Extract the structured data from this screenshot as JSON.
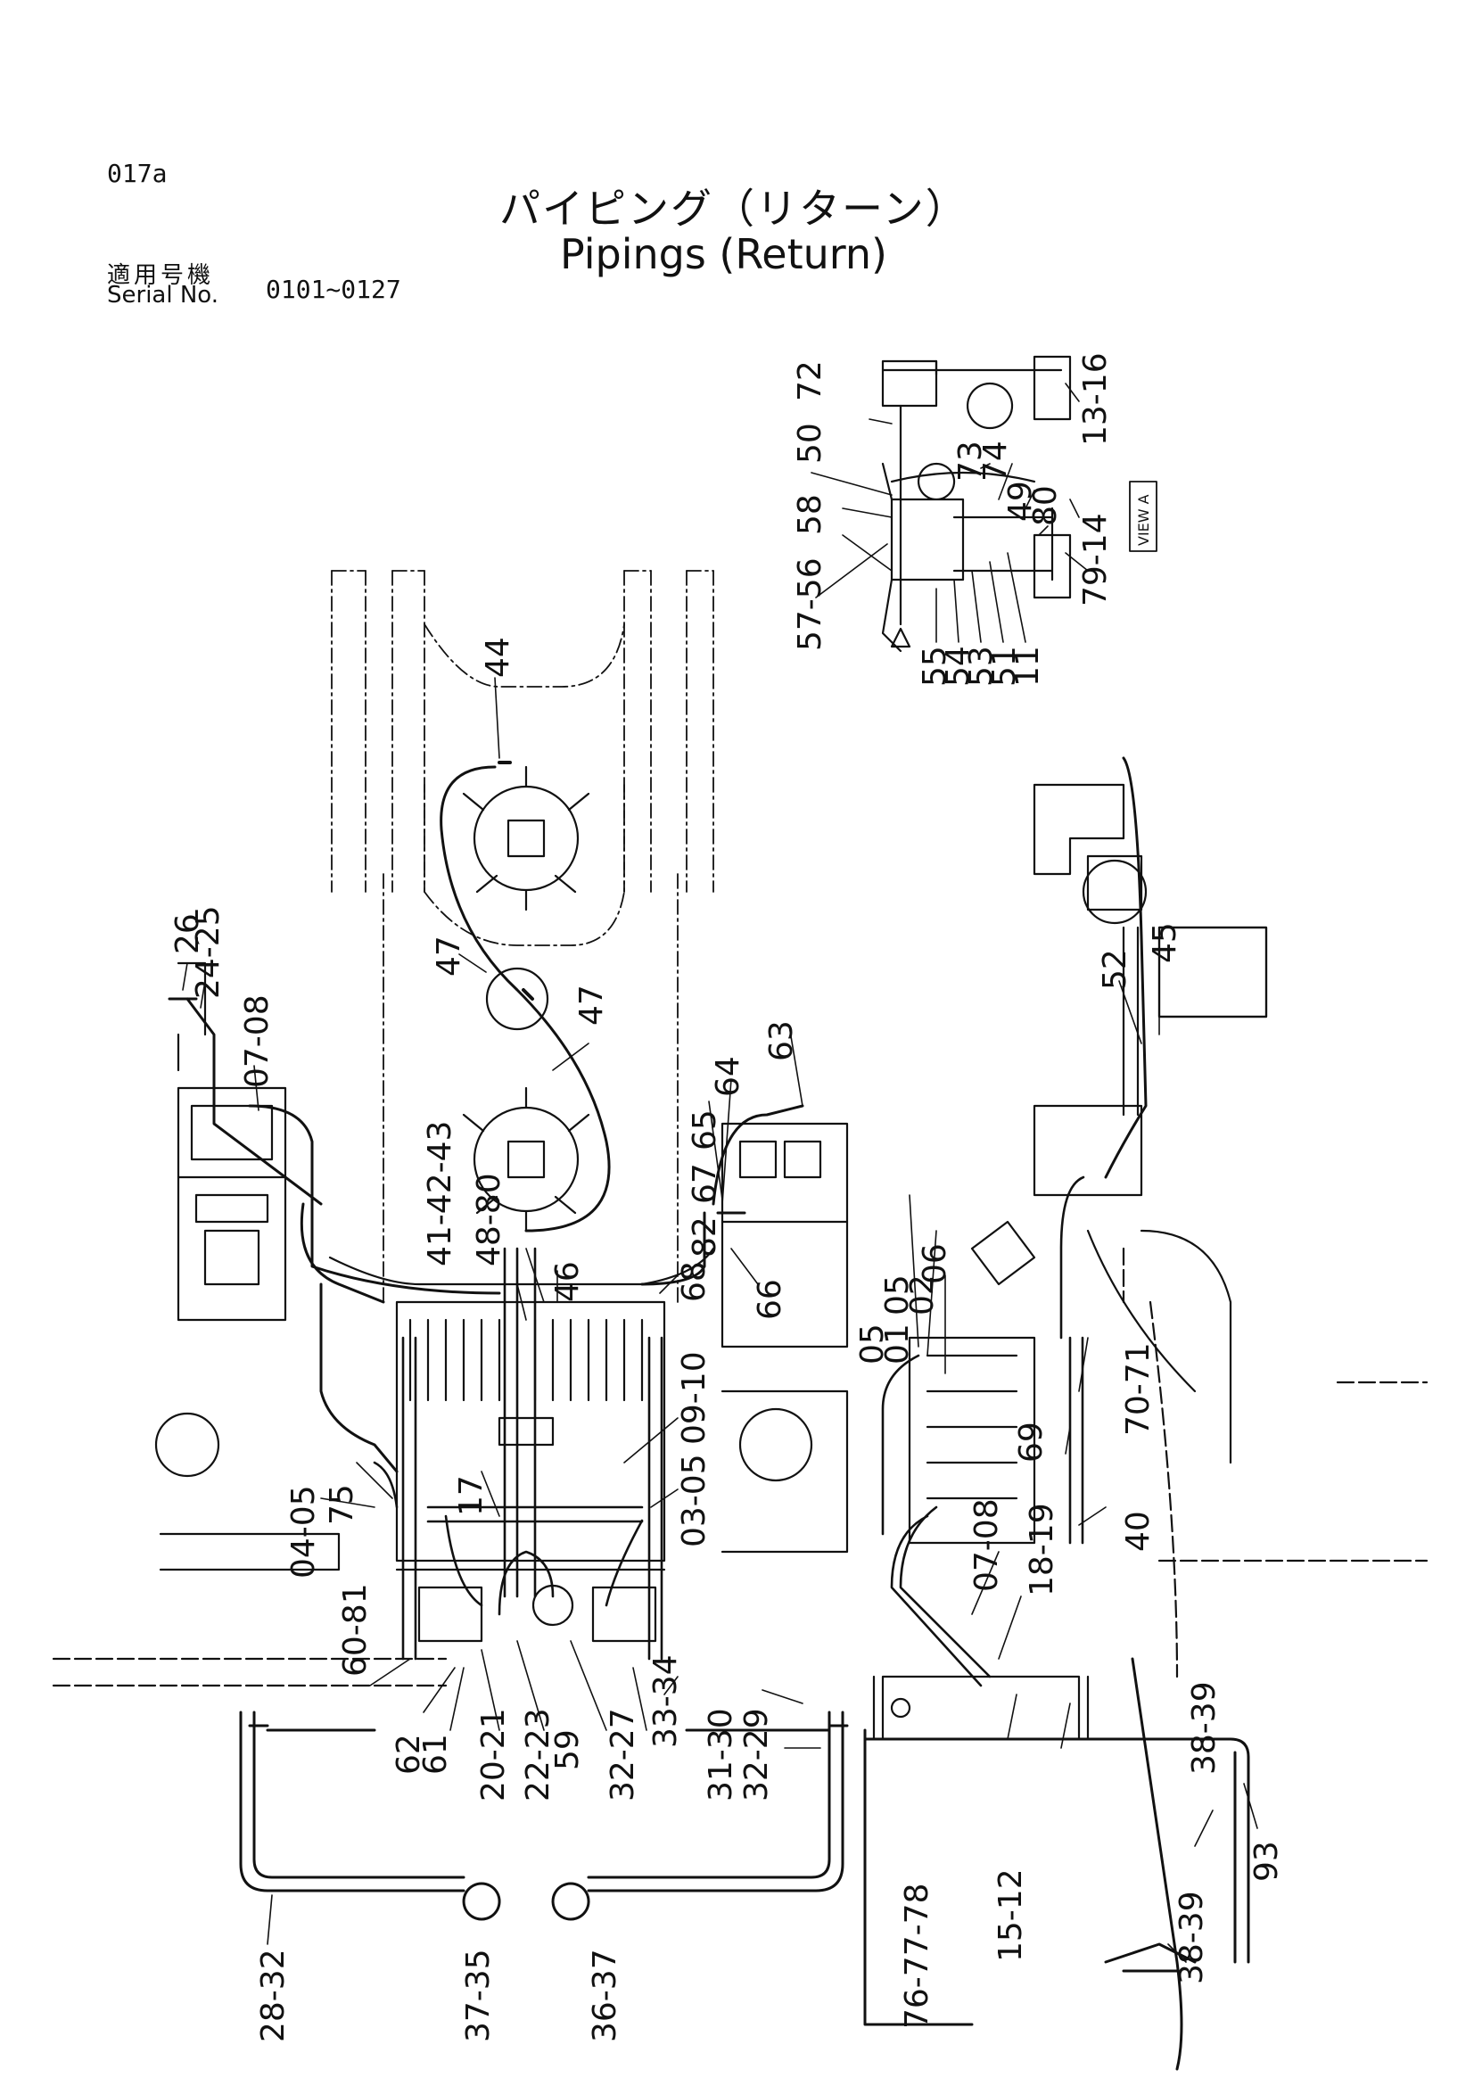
{
  "header": {
    "page_code": "017a",
    "title_jp": "パイピング（リターン）",
    "title_en": "Pipings (Return)",
    "serial_label_jp": "適用号機",
    "serial_label_en": "Serial No.",
    "serial_range": "0101~0127"
  },
  "view_marker": "VIEW A",
  "labels": {
    "l_72": "72",
    "l_50": "50",
    "l_58": "58",
    "l_57_56": "57-56",
    "l_73": "73",
    "l_74": "74",
    "l_49": "49",
    "l_80": "80",
    "l_13_16": "13-16",
    "l_79_14": "79-14",
    "l_55": "55",
    "l_54": "54",
    "l_53": "53",
    "l_51": "51",
    "l_11": "11",
    "l_44": "44",
    "l_26": "26",
    "l_24_25": "24-25",
    "l_07_08_top": "07-08",
    "l_47_a": "47",
    "l_47_b": "47",
    "l_52": "52",
    "l_45": "45",
    "l_63": "63",
    "l_64": "64",
    "l_65": "65",
    "l_67": "67",
    "l_82": "82",
    "l_66": "66",
    "l_68": "68",
    "l_41_42_43": "41-42-43",
    "l_48_80": "48-80",
    "l_46": "46",
    "l_06": "06",
    "l_05_02": "05",
    "l_02": "02",
    "l_05_01": "05",
    "l_01": "01",
    "l_70_71": "70-71",
    "l_69": "69",
    "l_40": "40",
    "l_09_10": "09-10",
    "l_03_05": "03-05",
    "l_17": "17",
    "l_75": "75",
    "l_04_05": "04-05",
    "l_60_81": "60-81",
    "l_18_19": "18-19",
    "l_07_08_bot": "07-08",
    "l_62": "62",
    "l_61": "61",
    "l_20_21": "20-21",
    "l_22_23": "22-23",
    "l_59": "59",
    "l_32_27": "32-27",
    "l_33_34": "33-34",
    "l_31_30": "31-30",
    "l_32_29": "32-29",
    "l_28_32": "28-32",
    "l_37_35": "37-35",
    "l_36_37": "36-37",
    "l_76_77_78": "76-77-78",
    "l_15_12": "15-12",
    "l_38_39_a": "38-39",
    "l_38_39_b": "38-39",
    "l_93": "93"
  }
}
